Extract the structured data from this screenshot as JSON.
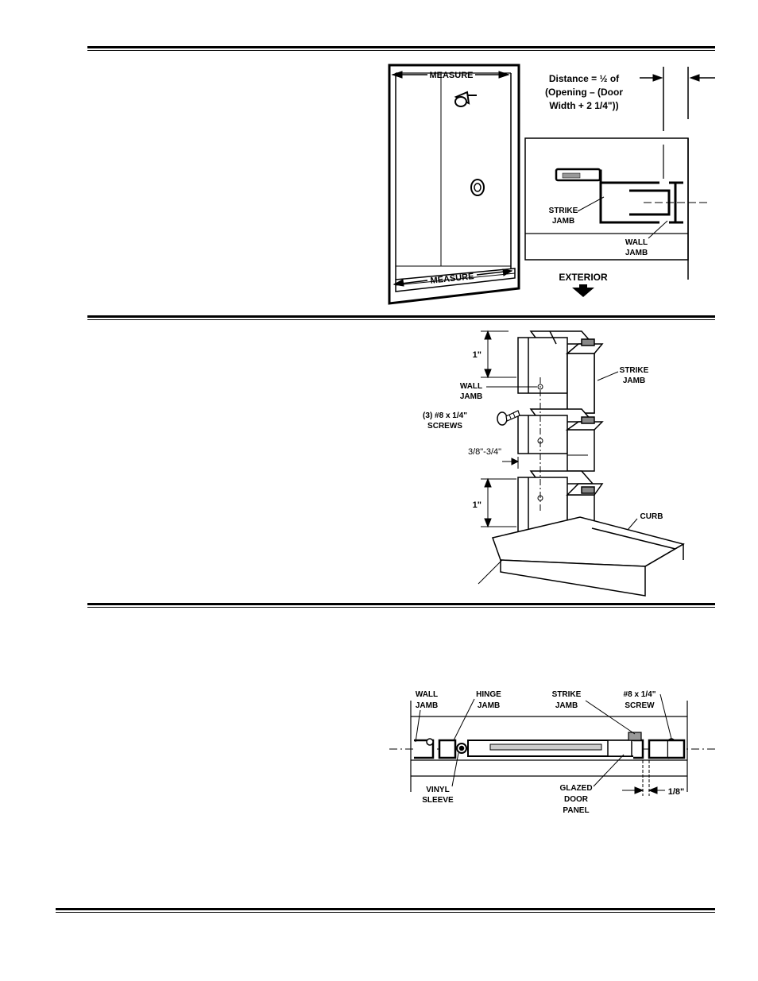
{
  "figure1": {
    "measure_top": "MEASURE",
    "measure_bottom": "MEASURE",
    "distance_lines": [
      "Distance = ½  of",
      "(Opening – (Door",
      "Width + 2 1/4\"))"
    ],
    "strike_jamb": [
      "STRIKE",
      "JAMB"
    ],
    "wall_jamb": [
      "WALL",
      "JAMB"
    ],
    "exterior": "EXTERIOR"
  },
  "figure2": {
    "dim_top": "1\"",
    "dim_bottom": "1\"",
    "wall_jamb": [
      "WALL",
      "JAMB"
    ],
    "strike_jamb": [
      "STRIKE",
      "JAMB"
    ],
    "screws": [
      "(3) #8 x 1/4\"",
      "SCREWS"
    ],
    "gap": "3/8\"-3/4\"",
    "curb": "CURB"
  },
  "figure3": {
    "wall_jamb": [
      "WALL",
      "JAMB"
    ],
    "hinge_jamb": [
      "HINGE",
      "JAMB"
    ],
    "strike_jamb": [
      "STRIKE",
      "JAMB"
    ],
    "screw": [
      "#8 x 1/4\"",
      "SCREW"
    ],
    "vinyl_sleeve": [
      "VINYL",
      "SLEEVE"
    ],
    "glazed_panel": [
      "GLAZED",
      "DOOR",
      "PANEL"
    ],
    "gap": "1/8\""
  }
}
